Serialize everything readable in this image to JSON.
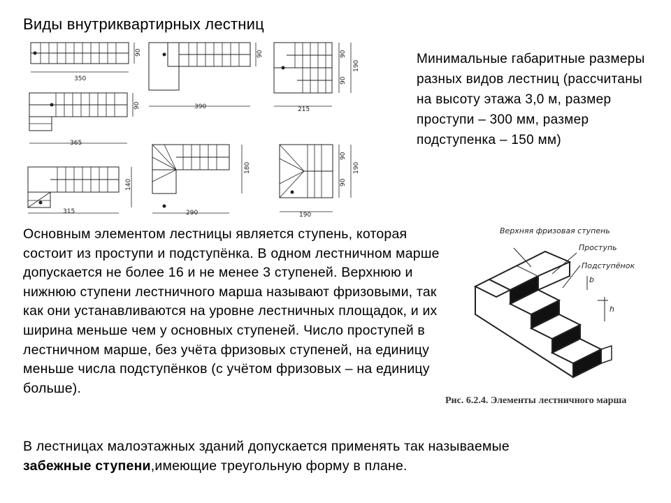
{
  "title": "Виды внутриквартирных лестниц",
  "side_note": "Минимальные габаритные размеры разных видов лестниц (рассчитаны на высоту этажа 3,0 м, размер проступи – 300 мм, размер подступенка – 150 мм)",
  "main_text": "Основным элементом лестницы является ступень, которая состоит из проступи и подступёнка. В одном лестничном марше допускается не более 16 и не менее 3 ступеней. Верхнюю и нижнюю ступени лестничного марша называют фризовыми, так как они устанавливаются на уровне лестничных площадок, и их ширина меньше чем у основных ступеней. Число проступей в лестничном марше, без учёта фризовых ступеней, на единицу меньше числа подступёнков (с учётом фризовых – на единицу больше).",
  "bottom_text": {
    "before": "В лестницах малоэтажных зданий допускается применять так называемые ",
    "bold": "забежные ступени",
    "after": ",имеющие треугольную форму в плане."
  },
  "plans": {
    "p1": {
      "width": "350",
      "depth": "90"
    },
    "p2": {
      "width": "390",
      "depth": "90"
    },
    "p3": {
      "width": "215",
      "depth1": "90",
      "depth2": "90",
      "total": "190"
    },
    "p4": {
      "width": "365",
      "depth": "90"
    },
    "p5": {
      "width": "315",
      "depth": "140"
    },
    "p6": {
      "width": "290",
      "depth": "180"
    },
    "p7": {
      "width": "190",
      "depth1": "90",
      "depth2": "90",
      "total": "190"
    }
  },
  "figure": {
    "label_frieze": "Верхняя фризовая ступень",
    "label_tread": "Проступь",
    "label_riser": "Подступёнок",
    "label_b": "b",
    "label_h": "h",
    "caption": "Рис. 6.2.4. Элементы лестничного марша"
  }
}
